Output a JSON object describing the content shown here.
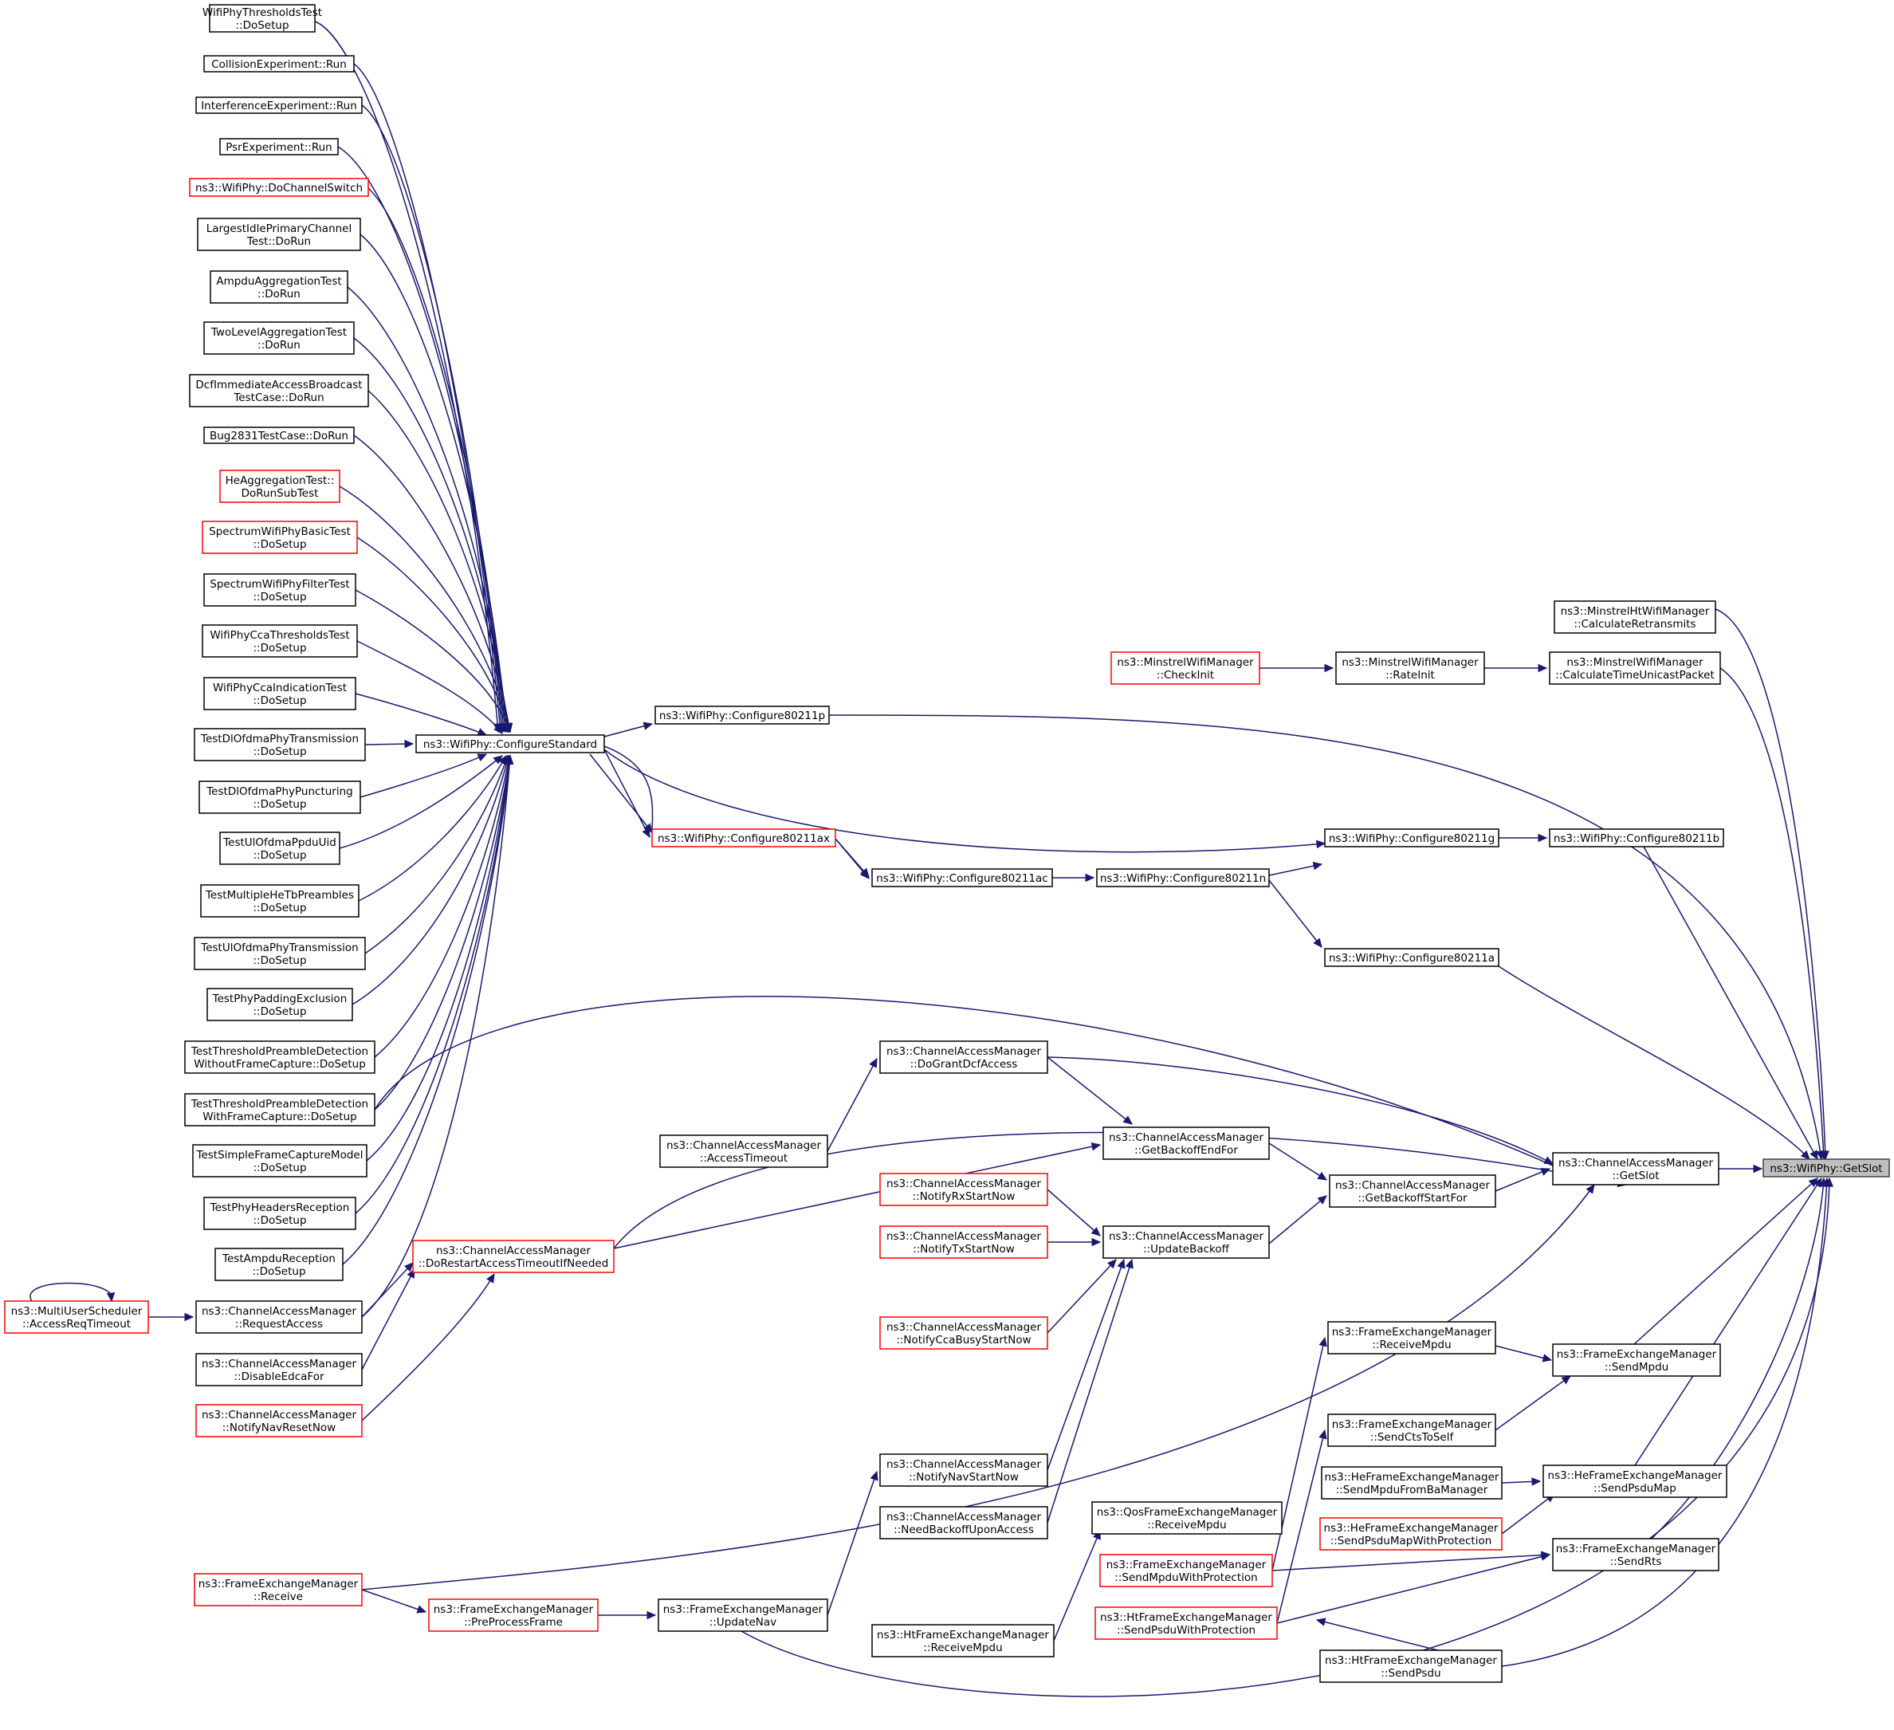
{
  "graph": {
    "focus": "ns3::WifiPhy::GetSlot",
    "colors": {
      "edge": "#191970",
      "border_default": "#000000",
      "border_truncated": "#ff0000",
      "focus_fill": "#bfbfbf"
    },
    "nodes": [
      {
        "id": "n_wptt",
        "lines": [
          "WifiPhyThresholdsTest",
          "::DoSetup"
        ],
        "color": "black"
      },
      {
        "id": "n_coll",
        "lines": [
          "CollisionExperiment::Run"
        ],
        "color": "black"
      },
      {
        "id": "n_intf",
        "lines": [
          "InterferenceExperiment::Run"
        ],
        "color": "black"
      },
      {
        "id": "n_psr",
        "lines": [
          "PsrExperiment::Run"
        ],
        "color": "black"
      },
      {
        "id": "n_dcs",
        "lines": [
          "ns3::WifiPhy::DoChannelSwitch"
        ],
        "color": "red"
      },
      {
        "id": "n_lipc",
        "lines": [
          "LargestIdlePrimaryChannel",
          "Test::DoRun"
        ],
        "color": "black"
      },
      {
        "id": "n_aat",
        "lines": [
          "AmpduAggregationTest",
          "::DoRun"
        ],
        "color": "black"
      },
      {
        "id": "n_tlat",
        "lines": [
          "TwoLevelAggregationTest",
          "::DoRun"
        ],
        "color": "black"
      },
      {
        "id": "n_dcf",
        "lines": [
          "DcfImmediateAccessBroadcast",
          "TestCase::DoRun"
        ],
        "color": "black"
      },
      {
        "id": "n_bug",
        "lines": [
          "Bug2831TestCase::DoRun"
        ],
        "color": "black"
      },
      {
        "id": "n_heagg",
        "lines": [
          "HeAggregationTest::",
          "DoRunSubTest"
        ],
        "color": "red"
      },
      {
        "id": "n_swpb",
        "lines": [
          "SpectrumWifiPhyBasicTest",
          "::DoSetup"
        ],
        "color": "red"
      },
      {
        "id": "n_swpf",
        "lines": [
          "SpectrumWifiPhyFilterTest",
          "::DoSetup"
        ],
        "color": "black"
      },
      {
        "id": "n_wpcct",
        "lines": [
          "WifiPhyCcaThresholdsTest",
          "::DoSetup"
        ],
        "color": "black"
      },
      {
        "id": "n_wpcci",
        "lines": [
          "WifiPhyCcaIndicationTest",
          "::DoSetup"
        ],
        "color": "black"
      },
      {
        "id": "n_tdopt",
        "lines": [
          "TestDlOfdmaPhyTransmission",
          "::DoSetup"
        ],
        "color": "black"
      },
      {
        "id": "n_tdopp",
        "lines": [
          "TestDlOfdmaPhyPuncturing",
          "::DoSetup"
        ],
        "color": "black"
      },
      {
        "id": "n_tuopu",
        "lines": [
          "TestUlOfdmaPpduUid",
          "::DoSetup"
        ],
        "color": "black"
      },
      {
        "id": "n_tmhtp",
        "lines": [
          "TestMultipleHeTbPreambles",
          "::DoSetup"
        ],
        "color": "black"
      },
      {
        "id": "n_tuopt",
        "lines": [
          "TestUlOfdmaPhyTransmission",
          "::DoSetup"
        ],
        "color": "black"
      },
      {
        "id": "n_tppe",
        "lines": [
          "TestPhyPaddingExclusion",
          "::DoSetup"
        ],
        "color": "black"
      },
      {
        "id": "n_ttpd1",
        "lines": [
          "TestThresholdPreambleDetection",
          "WithoutFrameCapture::DoSetup"
        ],
        "color": "black"
      },
      {
        "id": "n_ttpd2",
        "lines": [
          "TestThresholdPreambleDetection",
          "WithFrameCapture::DoSetup"
        ],
        "color": "black"
      },
      {
        "id": "n_tsfcm",
        "lines": [
          "TestSimpleFrameCaptureModel",
          "::DoSetup"
        ],
        "color": "black"
      },
      {
        "id": "n_tphr",
        "lines": [
          "TestPhyHeadersReception",
          "::DoSetup"
        ],
        "color": "black"
      },
      {
        "id": "n_tar",
        "lines": [
          "TestAmpduReception",
          "::DoSetup"
        ],
        "color": "black"
      },
      {
        "id": "n_mus",
        "lines": [
          "ns3::MultiUserScheduler",
          "::AccessReqTimeout"
        ],
        "color": "red"
      },
      {
        "id": "n_cam_ra",
        "lines": [
          "ns3::ChannelAccessManager",
          "::RequestAccess"
        ],
        "color": "black"
      },
      {
        "id": "n_cam_def",
        "lines": [
          "ns3::ChannelAccessManager",
          "::DisableEdcaFor"
        ],
        "color": "black"
      },
      {
        "id": "n_cam_nnr",
        "lines": [
          "ns3::ChannelAccessManager",
          "::NotifyNavResetNow"
        ],
        "color": "red"
      },
      {
        "id": "n_fem_r",
        "lines": [
          "ns3::FrameExchangeManager",
          "::Receive"
        ],
        "color": "red"
      },
      {
        "id": "n_cs",
        "lines": [
          "ns3::WifiPhy::ConfigureStandard"
        ],
        "color": "black"
      },
      {
        "id": "n_cam_drat",
        "lines": [
          "ns3::ChannelAccessManager",
          "::DoRestartAccessTimeoutIfNeeded"
        ],
        "color": "red"
      },
      {
        "id": "n_fem_ppf",
        "lines": [
          "ns3::FrameExchangeManager",
          "::PreProcessFrame"
        ],
        "color": "red"
      },
      {
        "id": "n_c80p",
        "lines": [
          "ns3::WifiPhy::Configure80211p"
        ],
        "color": "black"
      },
      {
        "id": "n_c80ax",
        "lines": [
          "ns3::WifiPhy::Configure80211ax"
        ],
        "color": "red"
      },
      {
        "id": "n_cam_at",
        "lines": [
          "ns3::ChannelAccessManager",
          "::AccessTimeout"
        ],
        "color": "black"
      },
      {
        "id": "n_fem_un",
        "lines": [
          "ns3::FrameExchangeManager",
          "::UpdateNav"
        ],
        "color": "black"
      },
      {
        "id": "n_c80ac",
        "lines": [
          "ns3::WifiPhy::Configure80211ac"
        ],
        "color": "black"
      },
      {
        "id": "n_cam_dgda",
        "lines": [
          "ns3::ChannelAccessManager",
          "::DoGrantDcfAccess"
        ],
        "color": "black"
      },
      {
        "id": "n_cam_nrs",
        "lines": [
          "ns3::ChannelAccessManager",
          "::NotifyRxStartNow"
        ],
        "color": "red"
      },
      {
        "id": "n_cam_nts",
        "lines": [
          "ns3::ChannelAccessManager",
          "::NotifyTxStartNow"
        ],
        "color": "red"
      },
      {
        "id": "n_cam_ncbs",
        "lines": [
          "ns3::ChannelAccessManager",
          "::NotifyCcaBusyStartNow"
        ],
        "color": "red"
      },
      {
        "id": "n_cam_nns",
        "lines": [
          "ns3::ChannelAccessManager",
          "::NotifyNavStartNow"
        ],
        "color": "black"
      },
      {
        "id": "n_cam_nbua",
        "lines": [
          "ns3::ChannelAccessManager",
          "::NeedBackoffUponAccess"
        ],
        "color": "black"
      },
      {
        "id": "n_htfem_rm",
        "lines": [
          "ns3::HtFrameExchangeManager",
          "::ReceiveMpdu"
        ],
        "color": "black"
      },
      {
        "id": "n_mwm_ci",
        "lines": [
          "ns3::MinstrelWifiManager",
          "::CheckInit"
        ],
        "color": "red"
      },
      {
        "id": "n_c80n",
        "lines": [
          "ns3::WifiPhy::Configure80211n"
        ],
        "color": "black"
      },
      {
        "id": "n_cam_gbef",
        "lines": [
          "ns3::ChannelAccessManager",
          "::GetBackoffEndFor"
        ],
        "color": "black"
      },
      {
        "id": "n_cam_ub",
        "lines": [
          "ns3::ChannelAccessManager",
          "::UpdateBackoff"
        ],
        "color": "black"
      },
      {
        "id": "n_qfem_rm",
        "lines": [
          "ns3::QosFrameExchangeManager",
          "::ReceiveMpdu"
        ],
        "color": "black"
      },
      {
        "id": "n_fem_smwp",
        "lines": [
          "ns3::FrameExchangeManager",
          "::SendMpduWithProtection"
        ],
        "color": "red"
      },
      {
        "id": "n_htfem_spwp",
        "lines": [
          "ns3::HtFrameExchangeManager",
          "::SendPsduWithProtection"
        ],
        "color": "red"
      },
      {
        "id": "n_mwm_ri",
        "lines": [
          "ns3::MinstrelWifiManager",
          "::RateInit"
        ],
        "color": "black"
      },
      {
        "id": "n_c80g",
        "lines": [
          "ns3::WifiPhy::Configure80211g"
        ],
        "color": "black"
      },
      {
        "id": "n_c80a",
        "lines": [
          "ns3::WifiPhy::Configure80211a"
        ],
        "color": "black"
      },
      {
        "id": "n_cam_gbsf",
        "lines": [
          "ns3::ChannelAccessManager",
          "::GetBackoffStartFor"
        ],
        "color": "black"
      },
      {
        "id": "n_fem_rm",
        "lines": [
          "ns3::FrameExchangeManager",
          "::ReceiveMpdu"
        ],
        "color": "black"
      },
      {
        "id": "n_fem_scts",
        "lines": [
          "ns3::FrameExchangeManager",
          "::SendCtsToSelf"
        ],
        "color": "black"
      },
      {
        "id": "n_hefem_smfbm",
        "lines": [
          "ns3::HeFrameExchangeManager",
          "::SendMpduFromBaManager"
        ],
        "color": "black"
      },
      {
        "id": "n_hefem_spmwp",
        "lines": [
          "ns3::HeFrameExchangeManager",
          "::SendPsduMapWithProtection"
        ],
        "color": "red"
      },
      {
        "id": "n_htfem_sp",
        "lines": [
          "ns3::HtFrameExchangeManager",
          "::SendPsdu"
        ],
        "color": "black"
      },
      {
        "id": "n_mhwm_cr",
        "lines": [
          "ns3::MinstrelHtWifiManager",
          "::CalculateRetransmits"
        ],
        "color": "black"
      },
      {
        "id": "n_mwm_ctup",
        "lines": [
          "ns3::MinstrelWifiManager",
          "::CalculateTimeUnicastPacket"
        ],
        "color": "black"
      },
      {
        "id": "n_c80b",
        "lines": [
          "ns3::WifiPhy::Configure80211b"
        ],
        "color": "black"
      },
      {
        "id": "n_cam_gs",
        "lines": [
          "ns3::ChannelAccessManager",
          "::GetSlot"
        ],
        "color": "black"
      },
      {
        "id": "n_fem_sm",
        "lines": [
          "ns3::FrameExchangeManager",
          "::SendMpdu"
        ],
        "color": "black"
      },
      {
        "id": "n_hefem_spm",
        "lines": [
          "ns3::HeFrameExchangeManager",
          "::SendPsduMap"
        ],
        "color": "black"
      },
      {
        "id": "n_fem_srts",
        "lines": [
          "ns3::FrameExchangeManager",
          "::SendRts"
        ],
        "color": "black"
      },
      {
        "id": "n_getslot",
        "lines": [
          "ns3::WifiPhy::GetSlot"
        ],
        "color": "focus"
      }
    ]
  }
}
